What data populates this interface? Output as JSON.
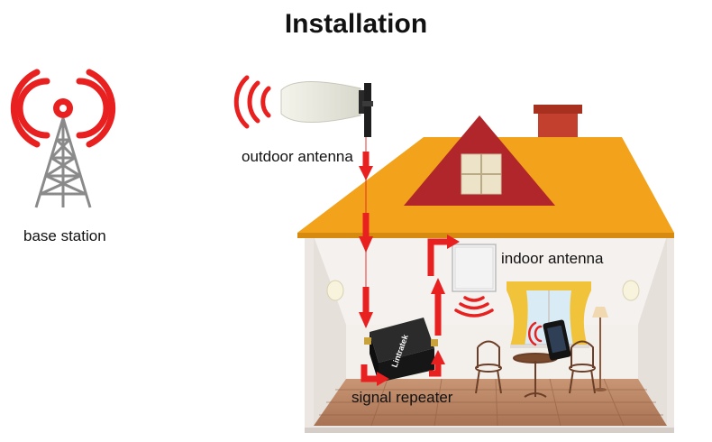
{
  "title": "Installation",
  "labels": {
    "base_station": "base station",
    "outdoor_antenna": "outdoor antenna",
    "indoor_antenna": "indoor antenna",
    "signal_repeater": "signal repeater"
  },
  "repeater_brand": "Lintratek",
  "colors": {
    "signal_red": "#e8201f",
    "roof_orange": "#f2a31b",
    "roof_edge": "#d68a10",
    "dormer_red": "#b0262a",
    "chimney": "#c33f2e",
    "wall_outer": "#ece7e3",
    "wall_inner": "#f5f1ee",
    "floor": "#b88464",
    "tower_gray": "#8a8a8a",
    "curtain_yellow": "#f0c33a"
  },
  "icons": [
    "cell-tower-icon",
    "signal-wave-icon",
    "panel-antenna-icon",
    "house-icon",
    "repeater-device-icon",
    "smartphone-icon",
    "wall-lamp-icon",
    "floor-lamp-icon",
    "table-icon",
    "chair-icon",
    "window-curtain-icon"
  ]
}
